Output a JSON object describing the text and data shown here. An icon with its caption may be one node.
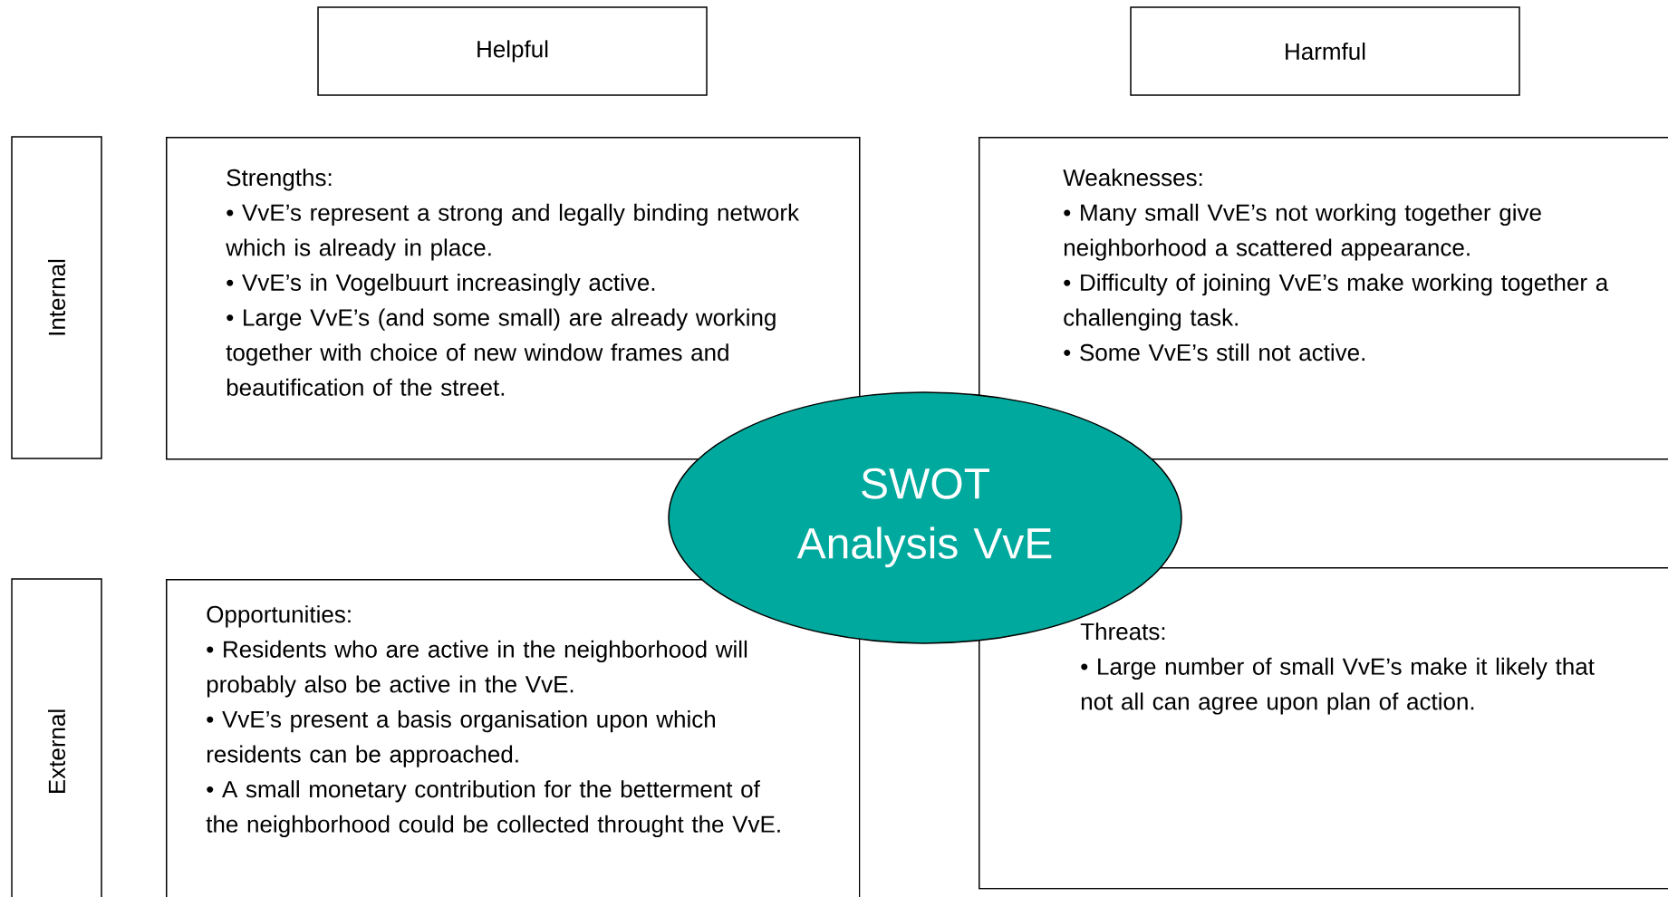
{
  "diagram": {
    "nodes": [
      {
        "text": [
          "Helpful"
        ]
      },
      {
        "text": [
          "Harmful"
        ]
      },
      {
        "text": [
          "Internal"
        ]
      },
      {
        "text": [
          "Strengths:",
          "• VvE’s represent a strong and legally binding network which is already in place.",
          "• VvE’s in Vogelbuurt increasingly active.",
          "• Large VvE’s (and some small) are already working together with choice of new window frames and beautification of the street."
        ]
      },
      {
        "text": [
          "Weaknesses:",
          "• Many small VvE’s not working together give neighborhood a scattered appearance.",
          "• Difficulty of joining VvE’s make working together a challenging task.",
          "• Some VvE’s still not active."
        ]
      },
      {
        "text": [
          "SWOT Analysis VvE"
        ]
      },
      {
        "text": [
          "External"
        ]
      },
      {
        "text": [
          "Opportunities:",
          "• Residents who are active in the neighborhood will probably also be active in the VvE.",
          "• VvE’s present a basis organisation upon which residents can be approached.",
          "• A small monetary contribution for the betterment of the neighborhood could be collected throught the VvE."
        ]
      },
      {
        "text": [
          "Threats:",
          "• Large number of small VvE’s make it likely that not all can agree upon plan of action."
        ]
      }
    ]
  }
}
